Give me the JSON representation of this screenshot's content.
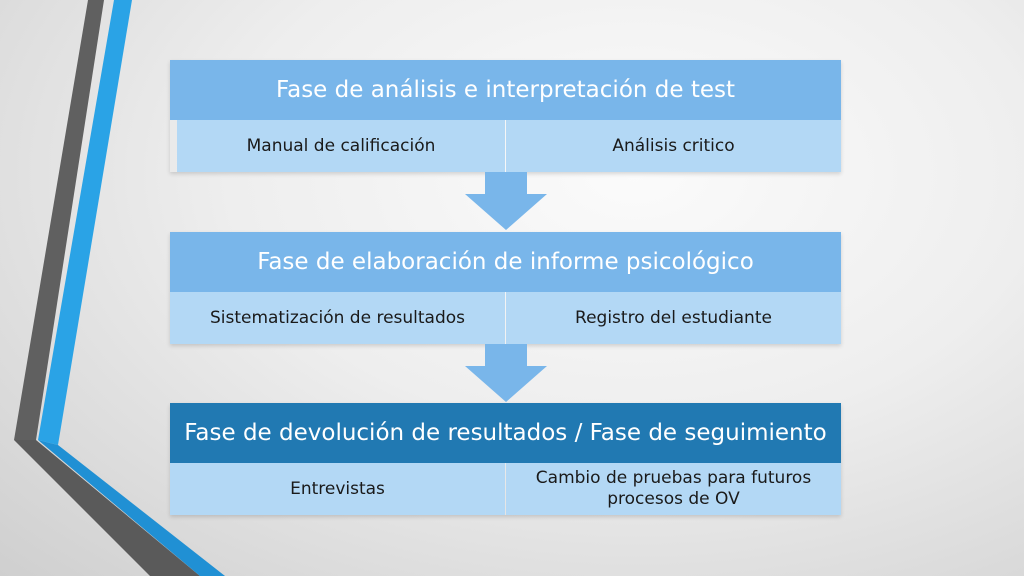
{
  "phases": [
    {
      "title": "Fase de análisis e interpretación de test",
      "items": [
        "Manual de calificación",
        "Análisis critico"
      ]
    },
    {
      "title": "Fase de elaboración de informe psicológico",
      "items": [
        "Sistematización de resultados",
        "Registro del estudiante"
      ]
    },
    {
      "title": "Fase de devolución de resultados / Fase de seguimiento",
      "items": [
        "Entrevistas",
        "Cambio de pruebas para futuros procesos de OV"
      ]
    }
  ],
  "colors": {
    "header_light": "#79b6ea",
    "header_dark": "#2179b2",
    "sub_box": "#b3d8f5",
    "arrow": "#79b6ea",
    "stripe_gray": "#5f5f5f",
    "stripe_blue": "#29a3e8"
  }
}
